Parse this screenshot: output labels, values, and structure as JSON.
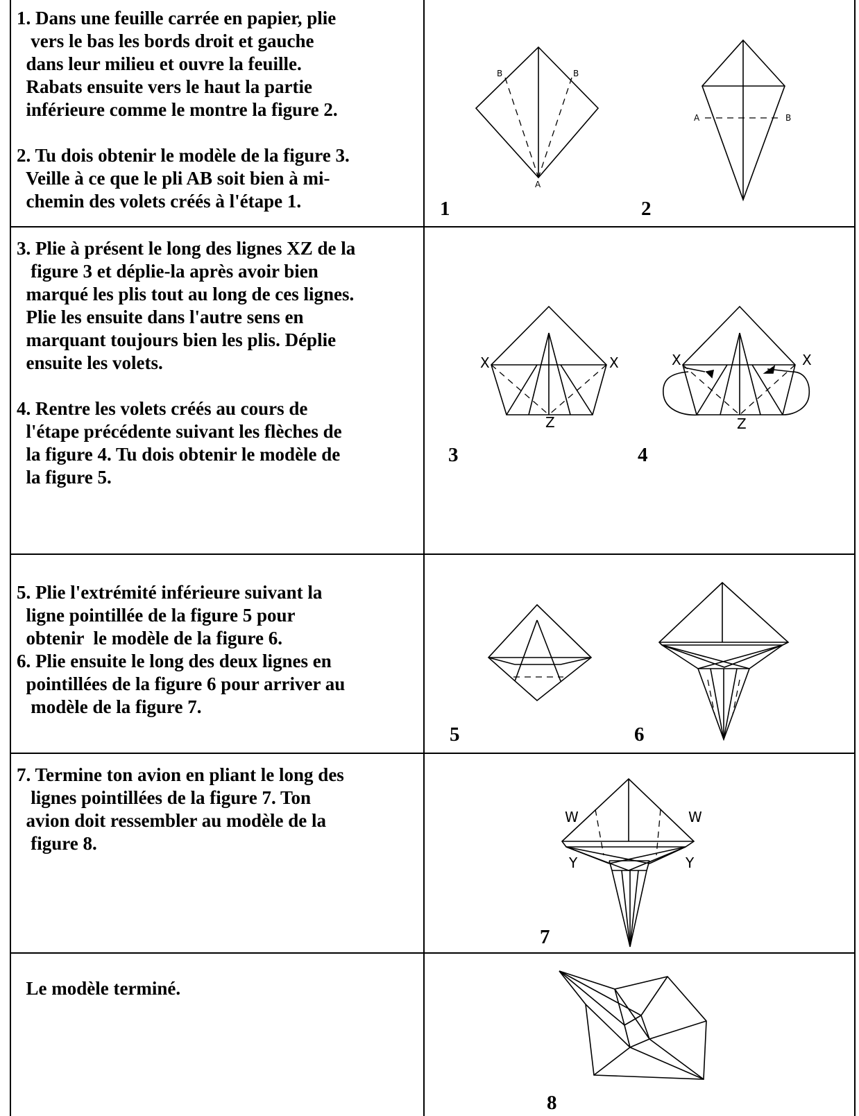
{
  "rows": [
    {
      "instructions": "1. Dans une feuille carrée en papier, plie\n   vers le bas les bords droit et gauche\n  dans leur milieu et ouvre la feuille.\n  Rabats ensuite vers le haut la partie\n  inférieure comme le montre la figure 2.\n\n2. Tu dois obtenir le modèle de la figure 3.\n  Veille à ce que le pli AB soit bien à mi-\n  chemin des volets créés à l'étape 1.",
      "figures": [
        {
          "number": "1",
          "point_labels": [
            "B",
            "B",
            "A"
          ]
        },
        {
          "number": "2",
          "point_labels": [
            "A",
            "B"
          ]
        }
      ]
    },
    {
      "instructions": "3. Plie à présent le long des lignes XZ de la\n   figure 3 et déplie-la après avoir bien\n  marqué les plis tout au long de ces lignes.\n  Plie les ensuite dans l'autre sens en\n  marquant toujours bien les plis. Déplie\n  ensuite les volets.\n\n4. Rentre les volets créés au cours de\n  l'étape précédente suivant les flèches de\n  la figure 4. Tu dois obtenir le modèle de\n  la figure 5.",
      "figures": [
        {
          "number": "3",
          "point_labels": [
            "X",
            "X",
            "Z"
          ]
        },
        {
          "number": "4",
          "point_labels": [
            "X",
            "X",
            "Z"
          ]
        }
      ]
    },
    {
      "instructions": "5. Plie l'extrémité inférieure suivant la\n  ligne pointillée de la figure 5 pour\n  obtenir  le modèle de la figure 6.\n6. Plie ensuite le long des deux lignes en\n  pointillées de la figure 6 pour arriver au\n   modèle de la figure 7.",
      "figures": [
        {
          "number": "5"
        },
        {
          "number": "6"
        }
      ]
    },
    {
      "instructions": "7. Termine ton avion en pliant le long des\n   lignes pointillées de la figure 7. Ton\n  avion doit ressembler au modèle de la\n   figure 8.",
      "figures": [
        {
          "number": "7",
          "point_labels": [
            "W",
            "W",
            "Y",
            "Y"
          ]
        }
      ]
    },
    {
      "instructions": "  Le modèle terminé.",
      "figures": [
        {
          "number": "8"
        }
      ]
    }
  ]
}
